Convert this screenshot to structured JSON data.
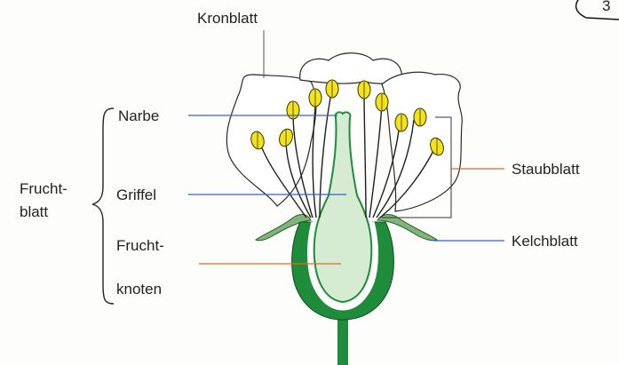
{
  "diagram": {
    "labels": {
      "kronblatt": "Kronblatt",
      "narbe": "Narbe",
      "griffel": "Griffel",
      "fruchtknoten_line1": "Frucht-",
      "fruchtknoten_line2": "knoten",
      "fruchtblatt_line1": "Frucht-",
      "fruchtblatt_line2": "blatt",
      "staubblatt": "Staubblatt",
      "kelchblatt": "Kelchblatt",
      "corner_fragment": "3"
    },
    "colors": {
      "receptacle_green": "#1e8c3a",
      "ovary_light_green": "#d6ecd2",
      "anther_yellow": "#f2e31a",
      "leader_orange": "#e2672a",
      "leader_blue": "#3a5fd0"
    }
  }
}
